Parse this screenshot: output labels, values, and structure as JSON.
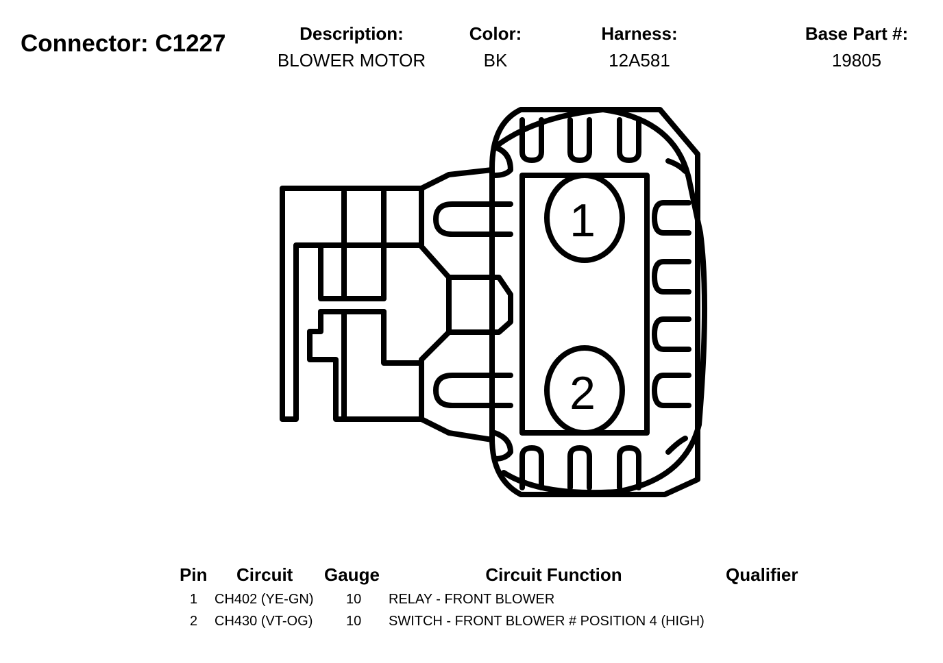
{
  "connector": {
    "title": "Connector: C1227"
  },
  "info": {
    "description": {
      "label": "Description:",
      "value": "BLOWER MOTOR"
    },
    "color": {
      "label": "Color:",
      "value": "BK"
    },
    "harness": {
      "label": "Harness:",
      "value": "12A581"
    },
    "base_part": {
      "label": "Base Part #:",
      "value": "19805"
    }
  },
  "diagram": {
    "pin_labels": [
      "1",
      "2"
    ]
  },
  "pin_table": {
    "headers": {
      "pin": "Pin",
      "circuit": "Circuit",
      "gauge": "Gauge",
      "function": "Circuit Function",
      "qualifier": "Qualifier"
    },
    "rows": [
      {
        "pin": "1",
        "circuit": "CH402 (YE-GN)",
        "gauge": "10",
        "function": "RELAY - FRONT BLOWER",
        "qualifier": ""
      },
      {
        "pin": "2",
        "circuit": "CH430 (VT-OG)",
        "gauge": "10",
        "function": "SWITCH - FRONT BLOWER # POSITION 4 (HIGH)",
        "qualifier": ""
      }
    ]
  }
}
